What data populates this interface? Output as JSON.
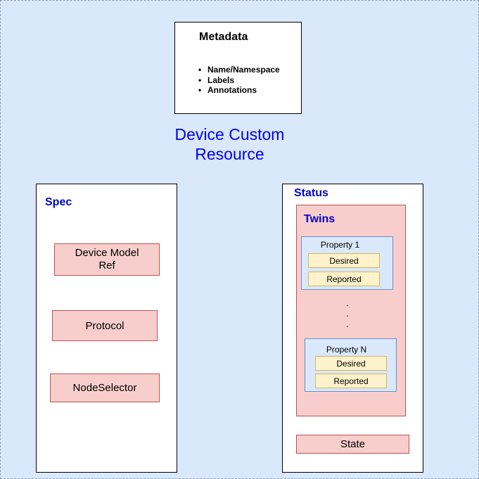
{
  "title_line1": "Device Custom",
  "title_line2": "Resource",
  "metadata": {
    "title": "Metadata",
    "items": [
      "Name/Namespace",
      "Labels",
      "Annotations"
    ]
  },
  "spec": {
    "label": "Spec",
    "device_model_ref_line1": "Device Model",
    "device_model_ref_line2": "Ref",
    "protocol": "Protocol",
    "node_selector": "NodeSelector"
  },
  "status": {
    "label": "Status",
    "twins": {
      "label": "Twins",
      "property_1": {
        "label": "Property 1",
        "desired": "Desired",
        "reported": "Reported"
      },
      "ellipsis": ".",
      "property_n": {
        "label": "Property N",
        "desired": "Desired",
        "reported": "Reported"
      }
    },
    "state": "State"
  },
  "colors": {
    "background": "#dae8fc",
    "title_text": "#0000ee",
    "section_label": "#0000cc",
    "pink_fill": "#f8cecc",
    "pink_stroke": "#b85450",
    "yellow_fill": "#fff2cc",
    "yellow_stroke": "#d6b656",
    "blue_stroke": "#6c8ebf"
  }
}
